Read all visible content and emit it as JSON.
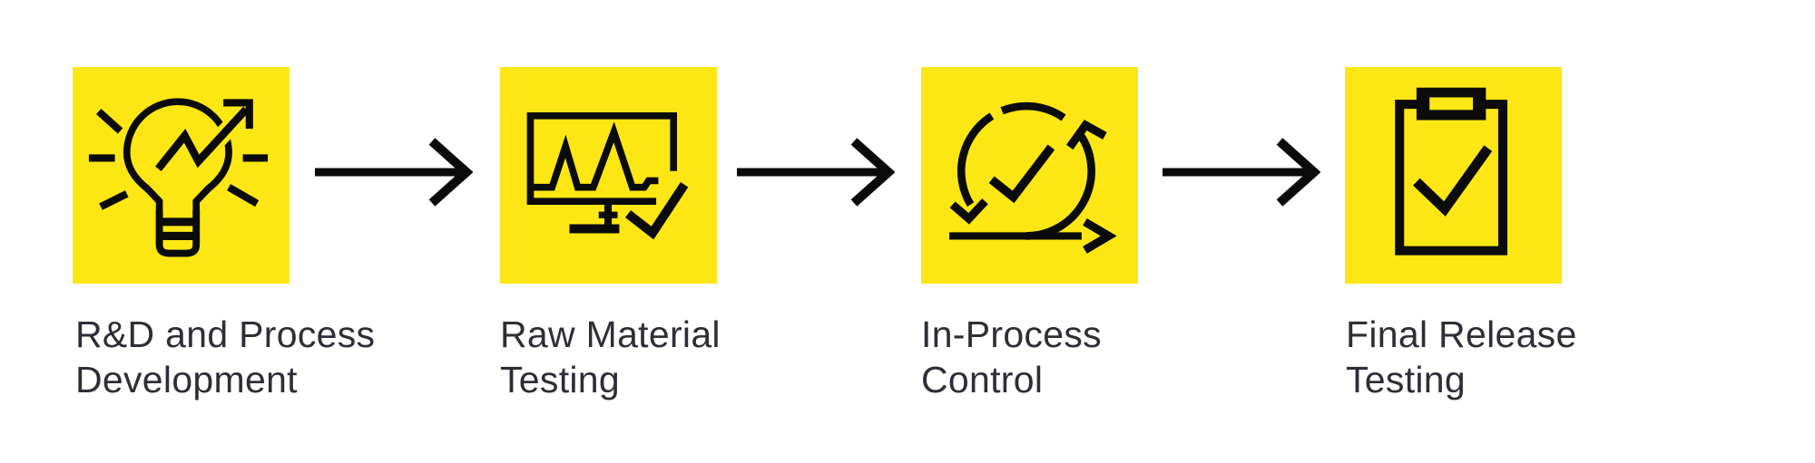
{
  "page": {
    "type": "process-flow-infographic",
    "background": "#ffffff"
  },
  "palette": {
    "tile_yellow": "#FCE714",
    "icon_black": "#0b0b0b",
    "text_color": "#2e2e38"
  },
  "connector": {
    "icon": "arrow-right-icon",
    "count": 3,
    "color": "#0b0b0b"
  },
  "steps": [
    {
      "id": "rd-process-development",
      "icon": "lightbulb-growth-arrow-icon",
      "label_line1": "R&D and Process",
      "label_line2": "Development"
    },
    {
      "id": "raw-material-testing",
      "icon": "monitor-waveform-check-icon",
      "label_line1": "Raw Material",
      "label_line2": "Testing"
    },
    {
      "id": "in-process-control",
      "icon": "cycle-check-arrow-icon",
      "label_line1": "In-Process",
      "label_line2": "Control"
    },
    {
      "id": "final-release-testing",
      "icon": "clipboard-check-icon",
      "label_line1": "Final Release",
      "label_line2": "Testing"
    }
  ]
}
